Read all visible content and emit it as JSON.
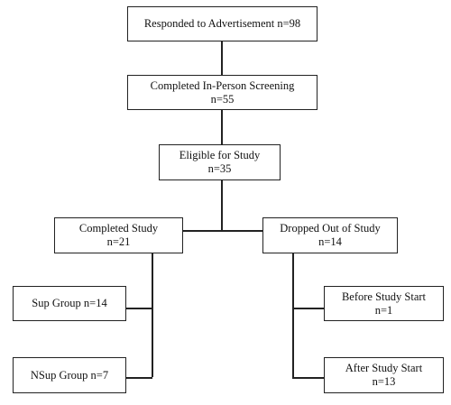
{
  "flowchart": {
    "responded": {
      "line1": "Responded to Advertisement n=98"
    },
    "screening": {
      "line1": "Completed In-Person Screening",
      "line2": "n=55"
    },
    "eligible": {
      "line1": "Eligible for Study",
      "line2": "n=35"
    },
    "completed": {
      "line1": "Completed Study",
      "line2": "n=21"
    },
    "dropped": {
      "line1": "Dropped Out of Study",
      "line2": "n=14"
    },
    "sup_group": {
      "line1": "Sup Group n=14"
    },
    "nsup_group": {
      "line1": "NSup Group n=7"
    },
    "before_start": {
      "line1": "Before Study Start",
      "line2": "n=1"
    },
    "after_start": {
      "line1": "After Study Start",
      "line2": "n=13"
    }
  }
}
